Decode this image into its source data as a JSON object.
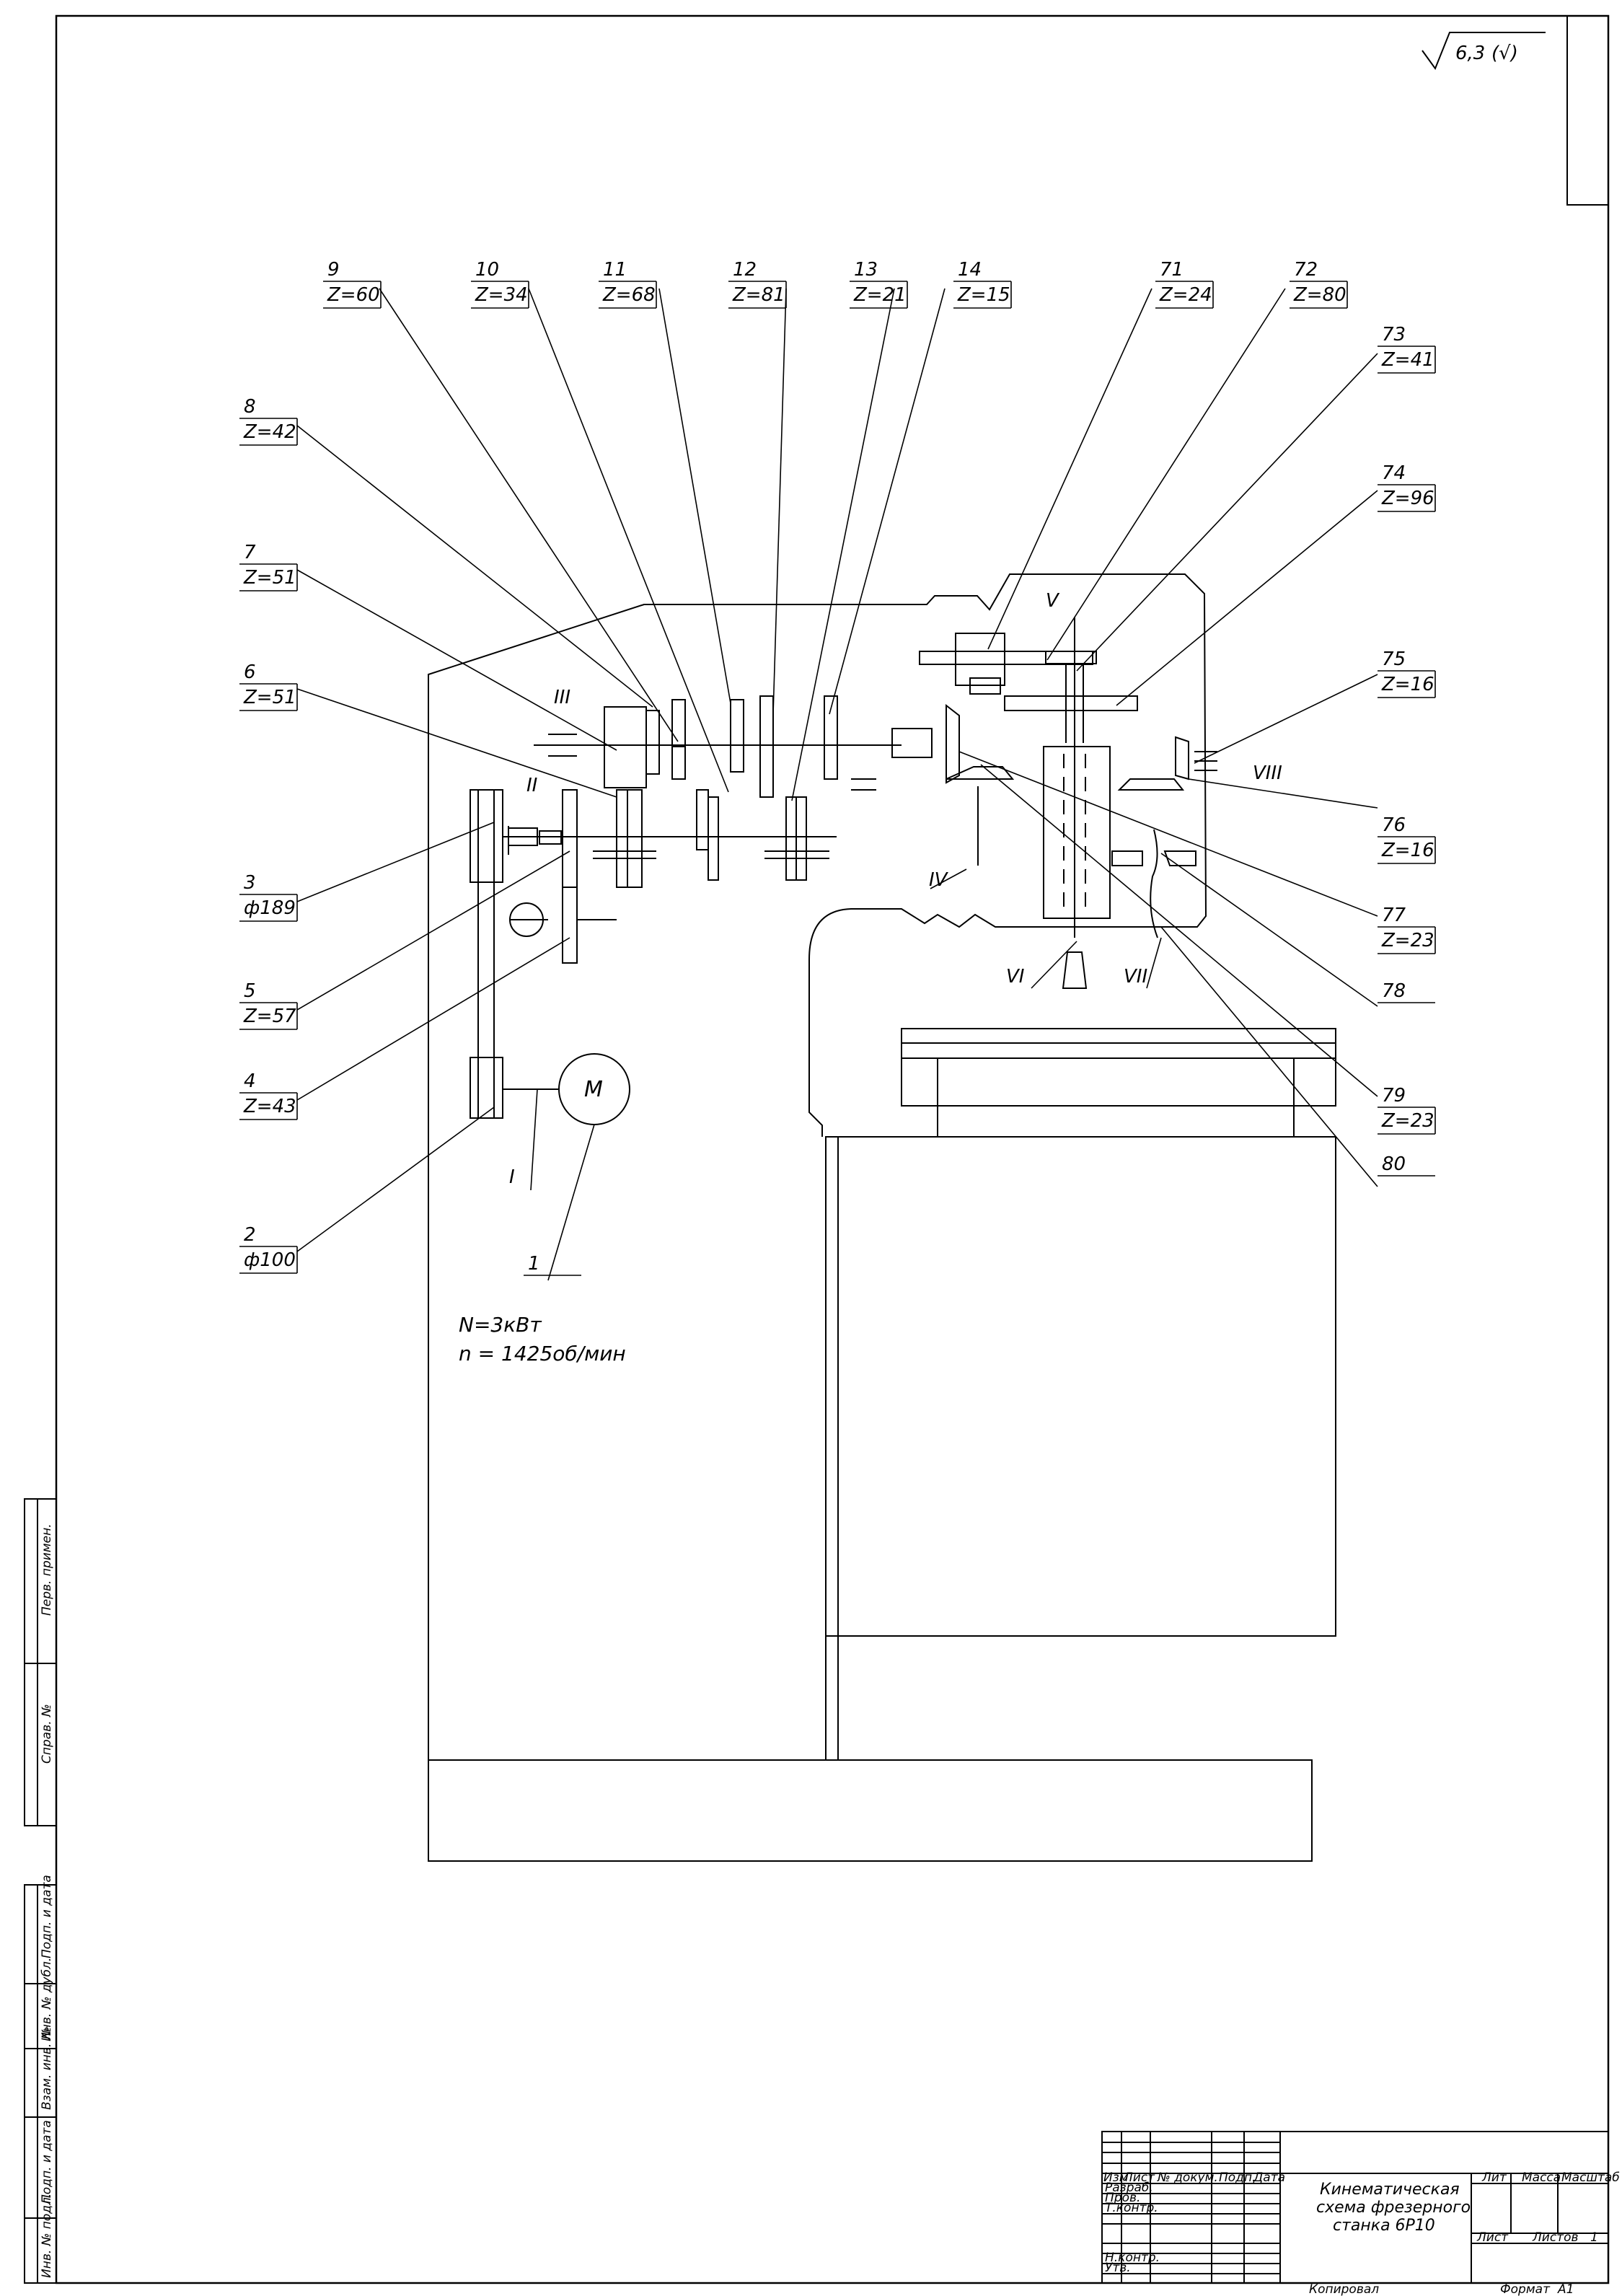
{
  "roughness": {
    "value": "6,3",
    "suffix": "(√)"
  },
  "parts": [
    {
      "num": "9",
      "val": "Z=60"
    },
    {
      "num": "10",
      "val": "Z=34"
    },
    {
      "num": "11",
      "val": "Z=68"
    },
    {
      "num": "12",
      "val": "Z=81"
    },
    {
      "num": "13",
      "val": "Z=21"
    },
    {
      "num": "14",
      "val": "Z=15"
    },
    {
      "num": "71",
      "val": "Z=24"
    },
    {
      "num": "72",
      "val": "Z=80"
    },
    {
      "num": "73",
      "val": "Z=41"
    },
    {
      "num": "74",
      "val": "Z=96"
    },
    {
      "num": "8",
      "val": "Z=42"
    },
    {
      "num": "7",
      "val": "Z=51"
    },
    {
      "num": "6",
      "val": "Z=51"
    },
    {
      "num": "3",
      "val": "ф189"
    },
    {
      "num": "5",
      "val": "Z=57"
    },
    {
      "num": "4",
      "val": "Z=43"
    },
    {
      "num": "2",
      "val": "ф100"
    },
    {
      "num": "75",
      "val": "Z=16"
    },
    {
      "num": "76",
      "val": "Z=16"
    },
    {
      "num": "77",
      "val": "Z=23"
    },
    {
      "num": "79",
      "val": "Z=23"
    },
    {
      "num": "78",
      "val": ""
    },
    {
      "num": "80",
      "val": ""
    },
    {
      "num": "1",
      "val": ""
    }
  ],
  "shafts": [
    "I",
    "II",
    "III",
    "IV",
    "V",
    "VI",
    "VII",
    "VIII"
  ],
  "motor": {
    "symbol": "M",
    "power": "N=3кВт",
    "speed": "n = 1425об/мин"
  },
  "side_stamp": [
    "Перв. примен.",
    "Справ. №",
    "Подп. и дата",
    "Инв. № дубл.",
    "Взам. инв. №",
    "Подп. и дата",
    "Инв. № подл."
  ],
  "title_block": {
    "title_lines": [
      "Кинематическая",
      "схема фрезерного",
      "станка 6Р10"
    ],
    "col_headers": [
      "Изм",
      "Лист",
      "№ докум.",
      "Подп.",
      "Дата"
    ],
    "row_labels": [
      "Разраб.",
      "Пров.",
      "Т.контр.",
      "Н.контр.",
      "Утв."
    ],
    "lit": "Лит",
    "mass": "Масса",
    "scale": "Масштаб",
    "sheet": "Лист",
    "sheets": "Листов",
    "sheets_count": "1",
    "copied": "Копировал",
    "format_label": "Формат",
    "format_value": "А1"
  }
}
